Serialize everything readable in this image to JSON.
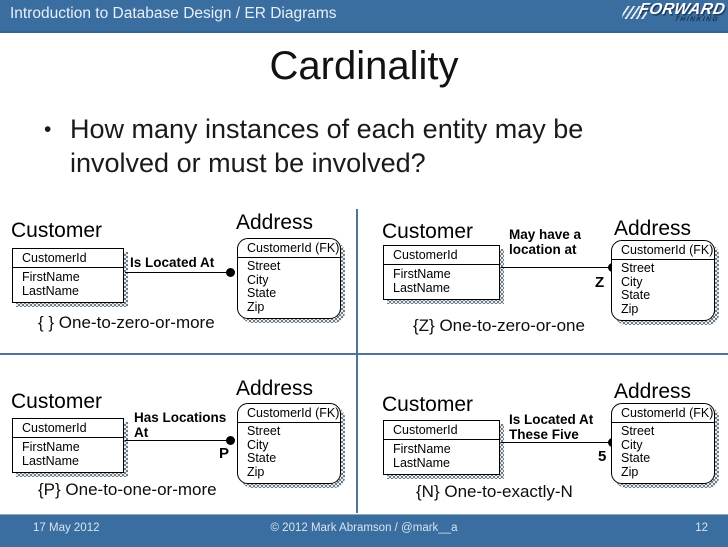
{
  "header": {
    "title": "Introduction to Database Design / ER Diagrams",
    "logo_word": "FORWARD",
    "logo_sub": "THINKING"
  },
  "slide": {
    "title": "Cardinality",
    "bullet_glyph": "•",
    "bullet": "How many instances of each entity may be involved or must be involved?"
  },
  "colors": {
    "bar_blue": "#3a6da0",
    "divider_blue": "#4e7498",
    "text_light": "#e9eff7",
    "diagram_black": "#000000"
  },
  "quadrants": [
    {
      "customer": {
        "title": "Customer",
        "key": "CustomerId",
        "attrs": [
          "FirstName",
          "LastName"
        ]
      },
      "address": {
        "title": "Address",
        "key": "CustomerId (FK)",
        "attrs": [
          "Street",
          "City",
          "State",
          "Zip"
        ]
      },
      "relationship": {
        "label_lines": [
          "Is Located At"
        ],
        "cardinality_letter": ""
      },
      "caption": "{ } One-to-zero-or-more"
    },
    {
      "customer": {
        "title": "Customer",
        "key": "CustomerId",
        "attrs": [
          "FirstName",
          "LastName"
        ]
      },
      "address": {
        "title": "Address",
        "key": "CustomerId (FK)",
        "attrs": [
          "Street",
          "City",
          "State",
          "Zip"
        ]
      },
      "relationship": {
        "label_lines": [
          "May have a",
          "location at"
        ],
        "cardinality_letter": "Z"
      },
      "caption": "{Z} One-to-zero-or-one"
    },
    {
      "customer": {
        "title": "Customer",
        "key": "CustomerId",
        "attrs": [
          "FirstName",
          "LastName"
        ]
      },
      "address": {
        "title": "Address",
        "key": "CustomerId (FK)",
        "attrs": [
          "Street",
          "City",
          "State",
          "Zip"
        ]
      },
      "relationship": {
        "label_lines": [
          "Has Locations",
          "At"
        ],
        "cardinality_letter": "P"
      },
      "caption": "{P} One-to-one-or-more"
    },
    {
      "customer": {
        "title": "Customer",
        "key": "CustomerId",
        "attrs": [
          "FirstName",
          "LastName"
        ]
      },
      "address": {
        "title": "Address",
        "key": "CustomerId (FK)",
        "attrs": [
          "Street",
          "City",
          "State",
          "Zip"
        ]
      },
      "relationship": {
        "label_lines": [
          "Is Located At",
          "These Five"
        ],
        "cardinality_letter": "5"
      },
      "caption": "{N} One-to-exactly-N"
    }
  ],
  "footer": {
    "date": "17 May 2012",
    "copyright": "© 2012 Mark Abramson / @mark__a",
    "page": "12"
  }
}
